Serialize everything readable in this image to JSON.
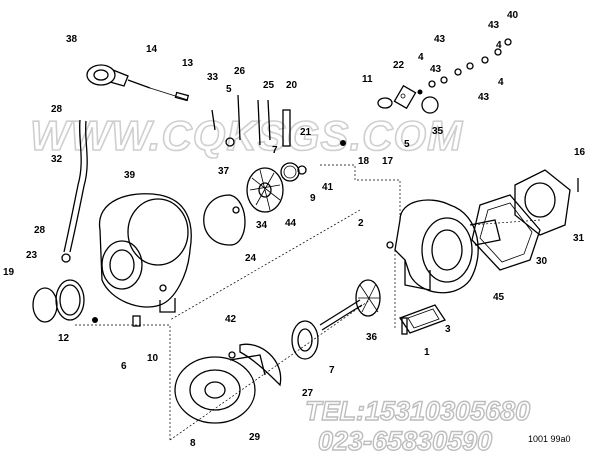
{
  "watermark": "WWW.CQKSGS.COM",
  "phone_tel": "TEL:15310305680",
  "phone_local": "023-65830590",
  "stamp_code": "1001 99a0",
  "labels": [
    "40",
    "43",
    "4",
    "43",
    "4",
    "43",
    "4",
    "43",
    "38",
    "14",
    "13",
    "33",
    "26",
    "5",
    "25",
    "20",
    "11",
    "22",
    "35",
    "28",
    "32",
    "21",
    "18",
    "5",
    "17",
    "37",
    "7",
    "41",
    "39",
    "9",
    "16",
    "34",
    "44",
    "2",
    "28",
    "23",
    "19",
    "24",
    "31",
    "30",
    "45",
    "42",
    "36",
    "3",
    "12",
    "6",
    "10",
    "7",
    "1",
    "27",
    "8",
    "29"
  ]
}
